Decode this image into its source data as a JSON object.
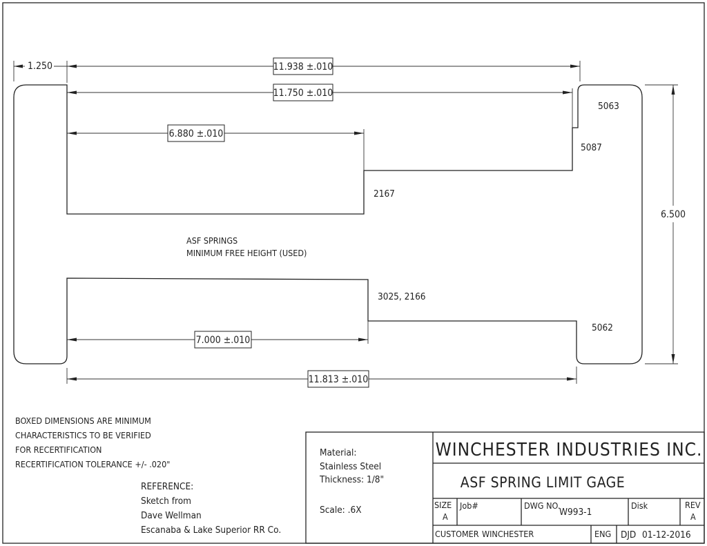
{
  "dimensions": {
    "overall_top": "11.938 ±.010",
    "upper_inner": "11.750 ±.010",
    "upper_step": "6.880 ±.010",
    "lower_step": "7.000 ±.010",
    "overall_bottom": "11.813 ±.010",
    "left_jaw": "1.250",
    "height": "6.500"
  },
  "part_labels": {
    "p5063": "5063",
    "p5087": "5087",
    "p2167": "2167",
    "p3025": "3025, 2166",
    "p5062": "5062"
  },
  "center_note": {
    "line1": "ASF SPRINGS",
    "line2": "MINIMUM FREE HEIGHT (USED)"
  },
  "notes": {
    "line1": "BOXED DIMENSIONS ARE MINIMUM",
    "line2": "CHARACTERISTICS TO BE VERIFIED",
    "line3": "FOR RECERTIFICATION",
    "line4": "RECERTIFICATION TOLERANCE +/- .020\""
  },
  "reference": {
    "heading": "REFERENCE:",
    "line1": "Sketch from",
    "line2": "Dave Wellman",
    "line3": "Escanaba & Lake Superior RR Co."
  },
  "material": {
    "line1": "Material:",
    "line2": "Stainless Steel",
    "line3": "Thickness: 1/8\""
  },
  "scale": "Scale: .6X",
  "title_block": {
    "company": "WINCHESTER INDUSTRIES INC.",
    "title": "ASF SPRING LIMIT GAGE",
    "size_label": "SIZE",
    "size_value": "A",
    "job_label": "Job#",
    "dwg_label": "DWG NO.",
    "dwg_value": "W993-1",
    "disk_label": "Disk",
    "rev_label": "REV",
    "rev_value": "A",
    "customer_label": "CUSTOMER",
    "customer_value": "WINCHESTER",
    "eng_label": "ENG",
    "eng_value": "DJD",
    "date": "01-12-2016"
  }
}
